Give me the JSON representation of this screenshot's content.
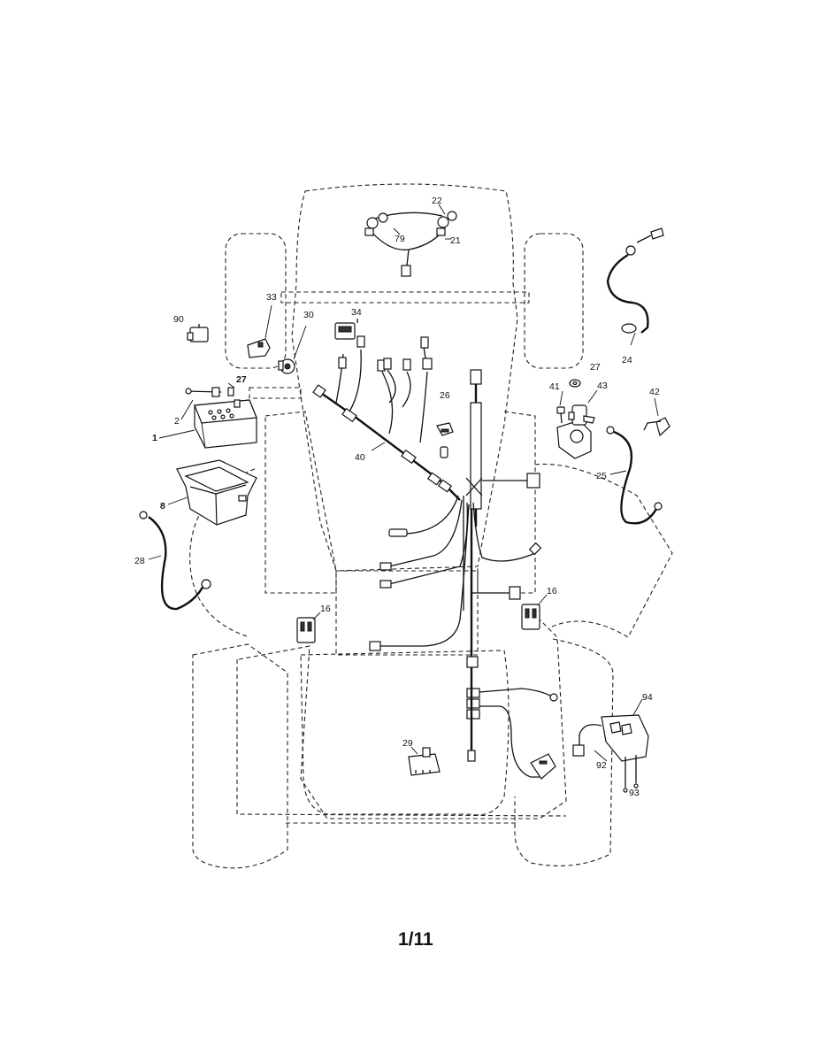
{
  "callouts": {
    "c22": "22",
    "c79": "79",
    "c21": "21",
    "c33": "33",
    "c90": "90",
    "c30": "30",
    "c34": "34",
    "c27a": "27",
    "c2": "2",
    "c1": "1",
    "c26": "26",
    "c40": "40",
    "c8": "8",
    "c28": "28",
    "c24": "24",
    "c27b": "27",
    "c41": "41",
    "c43": "43",
    "c42": "42",
    "c25": "25",
    "c16a": "16",
    "c16b": "16",
    "c29": "29",
    "c94": "94",
    "c92": "92",
    "c93": "93"
  },
  "page_number": "1/11"
}
